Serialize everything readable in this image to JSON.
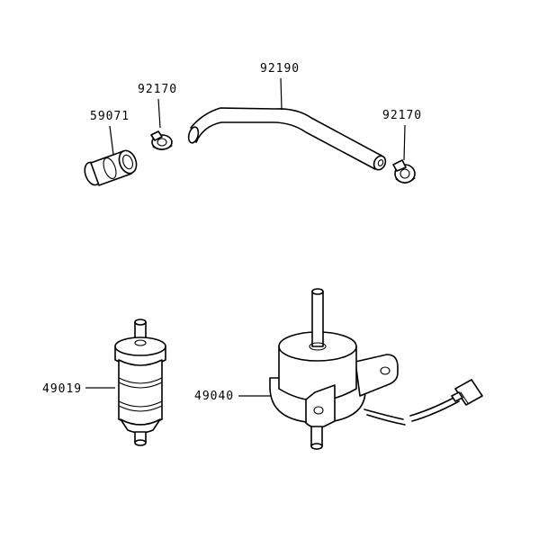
{
  "parts": [
    {
      "id": "hose_joint",
      "part_number": "59071"
    },
    {
      "id": "clamp_left",
      "part_number": "92170"
    },
    {
      "id": "fuel_hose",
      "part_number": "92190"
    },
    {
      "id": "clamp_right",
      "part_number": "92170"
    },
    {
      "id": "fuel_filter",
      "part_number": "49019"
    },
    {
      "id": "fuel_pump",
      "part_number": "49040"
    }
  ]
}
